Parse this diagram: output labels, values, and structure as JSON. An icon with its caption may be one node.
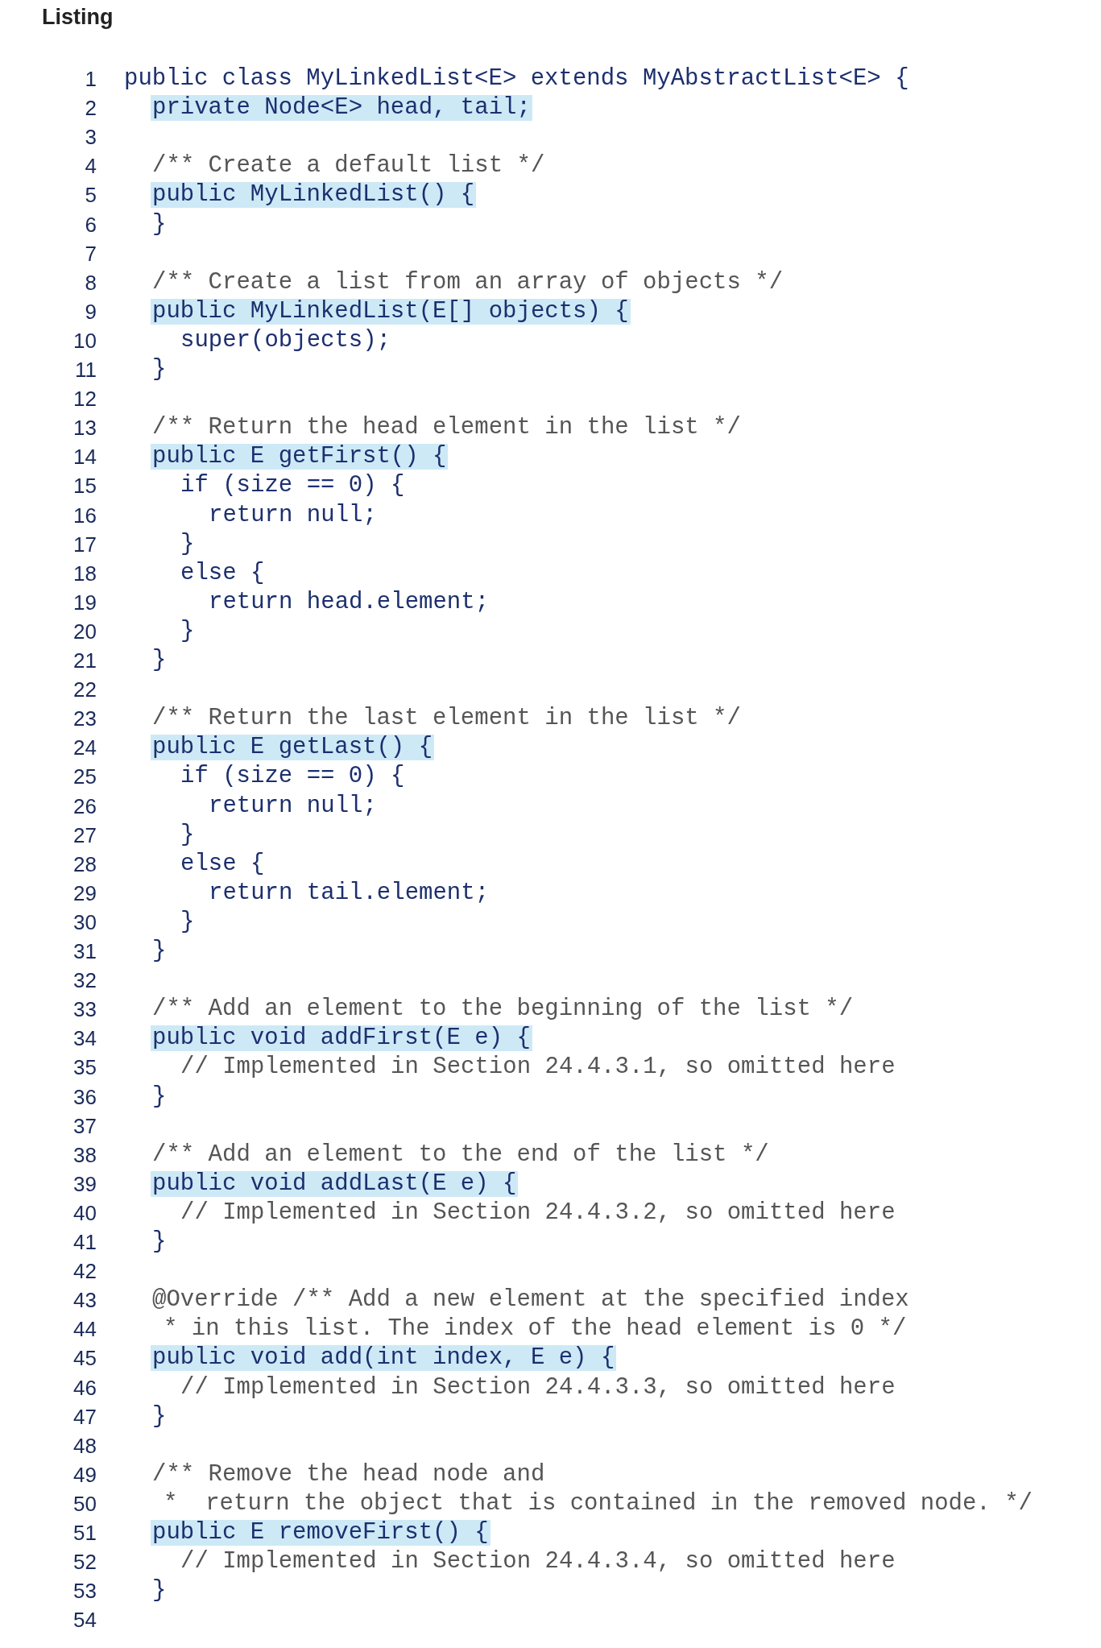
{
  "diagram": {
    "title": "Listing",
    "labels": [
      "1",
      "public class MyLinkedList<E> extends MyAbstractList<E> {",
      "2",
      "private Node<E> head, tail;",
      "3",
      "4",
      "/** Create a default list */",
      "5",
      "public MyLinkedList() {",
      "6",
      "}",
      "7",
      "8",
      "/** Create a list from an array of objects */",
      "9",
      "public MyLinkedList(E[] objects) {",
      "10",
      "super(objects);",
      "11",
      "}",
      "12",
      "13",
      "/** Return the head element in the list */",
      "14",
      "public E getFirst() {",
      "15",
      "if (size == 0) {",
      "16",
      "return null;",
      "17",
      "}",
      "18",
      "else {",
      "19",
      "return head.element;",
      "20",
      "}",
      "21",
      "}",
      "22",
      "23",
      "/** Return the last element in the list */",
      "24",
      "public E getLast() {",
      "25",
      "if (size == 0) {",
      "26",
      "return null;",
      "27",
      "}",
      "28",
      "else {",
      "29",
      "return tail.element;",
      "30",
      "}",
      "31",
      "}",
      "32",
      "33",
      "/** Add an element to the beginning of the list */",
      "34",
      "public void addFirst(E e) {",
      "35",
      "// Implemented in Section 24.4.3.1, so omitted here",
      "36",
      "}",
      "37",
      "38",
      "/** Add an element to the end of the list */",
      "39",
      "public void addLast(E e) {",
      "40",
      "// Implemented in Section 24.4.3.2, so omitted here",
      "41",
      "}",
      "42",
      "43",
      "@Override /** Add a new element at the specified index",
      "44",
      "* in this list. The index of the head element is 0 */",
      "45",
      "public void add(int index, E e) {",
      "46",
      "// Implemented in Section 24.4.3.3, so omitted here",
      "47",
      "}",
      "48",
      "49",
      "/** Remove the head node and",
      "50",
      "*  return the object that is contained in the removed node. */",
      "51",
      "public E removeFirst() {",
      "52",
      "// Implemented in Section 24.4.3.4, so omitted here",
      "53",
      "}",
      "54"
    ]
  }
}
